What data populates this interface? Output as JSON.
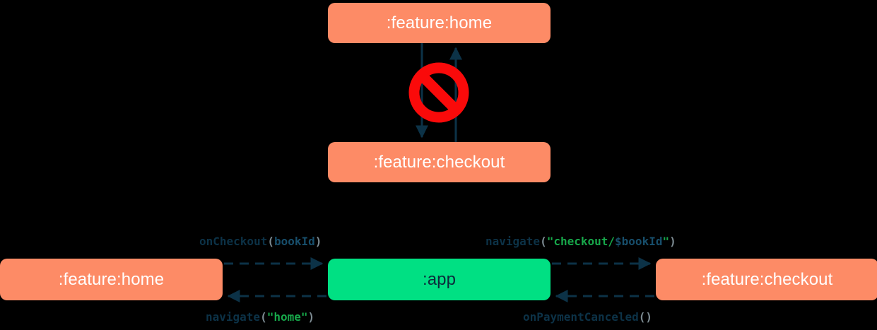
{
  "theme": {
    "background": "#000000",
    "module_orange": "#FD8B66",
    "module_green": "#00E083",
    "arrow_navy": "#0C3247",
    "forbidden_red": "#FA0A0A",
    "string_green": "#17A74A",
    "punctuation_gray": "#7C8A91",
    "variable_navy": "#174E6B",
    "node_text_light": "#FFFFFF",
    "node_text_dark": "#0C2B3B"
  },
  "top_diagram": {
    "caption_role": "direct-dependency-between-features-is-forbidden",
    "nodes": [
      {
        "id": "top-home",
        "label": ":feature:home",
        "color": "orange"
      },
      {
        "id": "top-checkout",
        "label": ":feature:checkout",
        "color": "orange"
      }
    ],
    "edges": [
      {
        "from": "top-home",
        "to": "top-checkout",
        "direction": "down",
        "style": "solid"
      },
      {
        "from": "top-checkout",
        "to": "top-home",
        "direction": "up",
        "style": "solid"
      }
    ],
    "overlay_icon": {
      "name": "forbidden-icon",
      "glyph": "no-entry",
      "color": "#FA0A0A"
    }
  },
  "bottom_diagram": {
    "nodes": [
      {
        "id": "bot-home",
        "label": ":feature:home",
        "color": "orange"
      },
      {
        "id": "bot-app",
        "label": ":app",
        "color": "green"
      },
      {
        "id": "bot-checkout",
        "label": ":feature:checkout",
        "color": "orange"
      }
    ],
    "edges": [
      {
        "id": "on-checkout",
        "from": "bot-home",
        "to": "bot-app",
        "direction": "right",
        "style": "dashed",
        "label_id": "label-on-checkout",
        "label_plain": "onCheckout(bookId)",
        "tokens": [
          {
            "text": "onCheckout",
            "kind": "fn"
          },
          {
            "text": "(",
            "kind": "punc"
          },
          {
            "text": "bookId",
            "kind": "var"
          },
          {
            "text": ")",
            "kind": "punc"
          }
        ]
      },
      {
        "id": "navigate-checkout",
        "from": "bot-app",
        "to": "bot-checkout",
        "direction": "right",
        "style": "dashed",
        "label_id": "label-navigate-co",
        "label_plain": "navigate(\"checkout/$bookId\")",
        "tokens": [
          {
            "text": "navigate",
            "kind": "fn"
          },
          {
            "text": "(",
            "kind": "punc"
          },
          {
            "text": "\"checkout/",
            "kind": "str"
          },
          {
            "text": "$bookId",
            "kind": "var"
          },
          {
            "text": "\"",
            "kind": "str"
          },
          {
            "text": ")",
            "kind": "punc"
          }
        ]
      },
      {
        "id": "navigate-home",
        "from": "bot-app",
        "to": "bot-home",
        "direction": "left",
        "style": "dashed",
        "label_id": "label-navigate-home",
        "label_plain": "navigate(\"home\")",
        "tokens": [
          {
            "text": "navigate",
            "kind": "fn"
          },
          {
            "text": "(",
            "kind": "punc"
          },
          {
            "text": "\"home\"",
            "kind": "str"
          },
          {
            "text": ")",
            "kind": "punc"
          }
        ]
      },
      {
        "id": "on-payment-canceled",
        "from": "bot-checkout",
        "to": "bot-app",
        "direction": "left",
        "style": "dashed",
        "label_id": "label-on-cancel",
        "label_plain": "onPaymentCanceled()",
        "tokens": [
          {
            "text": "onPaymentCanceled",
            "kind": "fn"
          },
          {
            "text": "()",
            "kind": "punc"
          }
        ]
      }
    ]
  }
}
